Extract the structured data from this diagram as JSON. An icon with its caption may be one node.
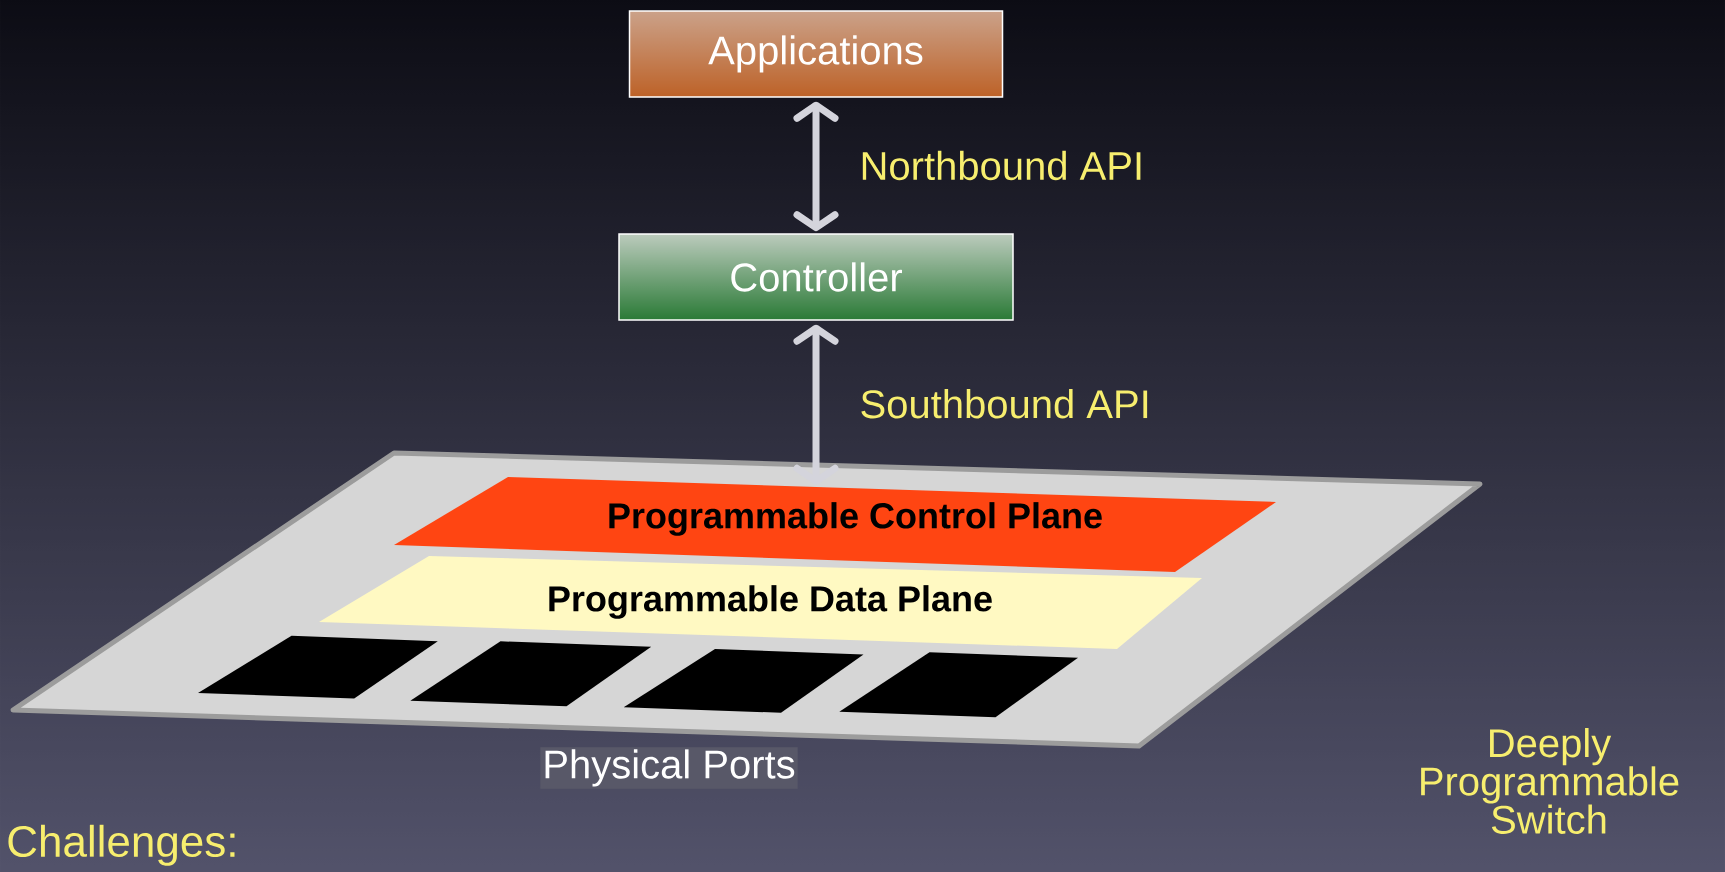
{
  "diagram": {
    "nodes": [
      {
        "text": [
          "Applications"
        ]
      },
      {
        "text": [
          "Controller"
        ]
      },
      {
        "text": [],
        "shape": "box"
      },
      {
        "text": [
          "Programmable Control Plane"
        ],
        "in": 2
      },
      {
        "text": [
          "Programmable Data Plane"
        ],
        "in": 2
      },
      {
        "text": [],
        "shape": "box",
        "in": 2
      },
      {
        "text": [],
        "shape": "box",
        "in": 2
      },
      {
        "text": [],
        "shape": "box",
        "in": 2
      },
      {
        "text": [],
        "shape": "box",
        "in": 2
      }
    ],
    "edges": [
      {
        "from": 0,
        "to": 1,
        "arrow": "both",
        "label": "Northbound API"
      },
      {
        "from": 1,
        "to": 3,
        "arrow": "both",
        "label": "Southbound API"
      }
    ],
    "labels": [
      "Physical Ports",
      "Deeply Programmable Switch",
      "Challenges:"
    ]
  }
}
